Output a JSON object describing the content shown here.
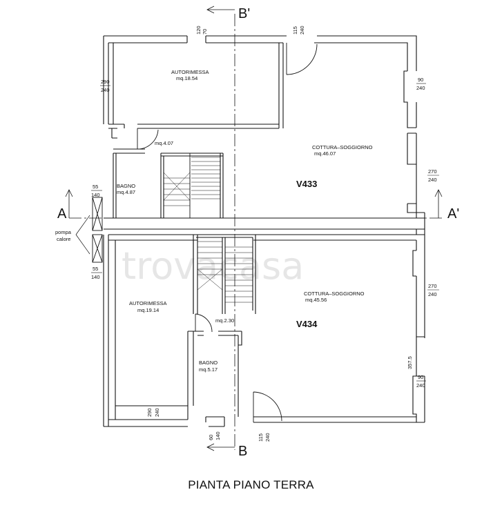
{
  "drawing": {
    "title": "PIANTA PIANO TERRA",
    "watermark": "trovacasa",
    "sections": {
      "a_left": "A",
      "a_right": "A'",
      "b_top": "B'",
      "b_bottom": "B"
    },
    "heat_pump_label_1": "pompa",
    "heat_pump_label_2": "calore"
  },
  "units": [
    {
      "code": "V433"
    },
    {
      "code": "V434"
    }
  ],
  "rooms": [
    {
      "name": "AUTORIMESSA",
      "area": "mq.18.54"
    },
    {
      "name": "COTTURA–SOGGIORNO",
      "area": "mq.46.07"
    },
    {
      "area": "mq.4.07"
    },
    {
      "name": "BAGNO",
      "area": "mq.4.87"
    },
    {
      "name": "AUTORIMESSA",
      "area": "mq.19.14"
    },
    {
      "name": "COTTURA–SOGGIORNO",
      "area": "mq.45.56"
    },
    {
      "area": "mq.2.30"
    },
    {
      "name": "BAGNO",
      "area": "mq.5.17"
    }
  ],
  "dimensions": [
    {
      "w": "120",
      "h": "70"
    },
    {
      "w": "115",
      "h": "240"
    },
    {
      "w": "290",
      "h": "240"
    },
    {
      "w": "90",
      "h": "240"
    },
    {
      "w": "270",
      "h": "240"
    },
    {
      "w": "55",
      "h": "140"
    },
    {
      "w": "55",
      "h": "140"
    },
    {
      "w": "270",
      "h": "240"
    },
    {
      "w": "90",
      "h": "240"
    },
    {
      "w": "290",
      "h": "240"
    },
    {
      "w": "60",
      "h": "140"
    },
    {
      "w": "115",
      "h": "240"
    },
    {
      "single": "357.5"
    }
  ]
}
